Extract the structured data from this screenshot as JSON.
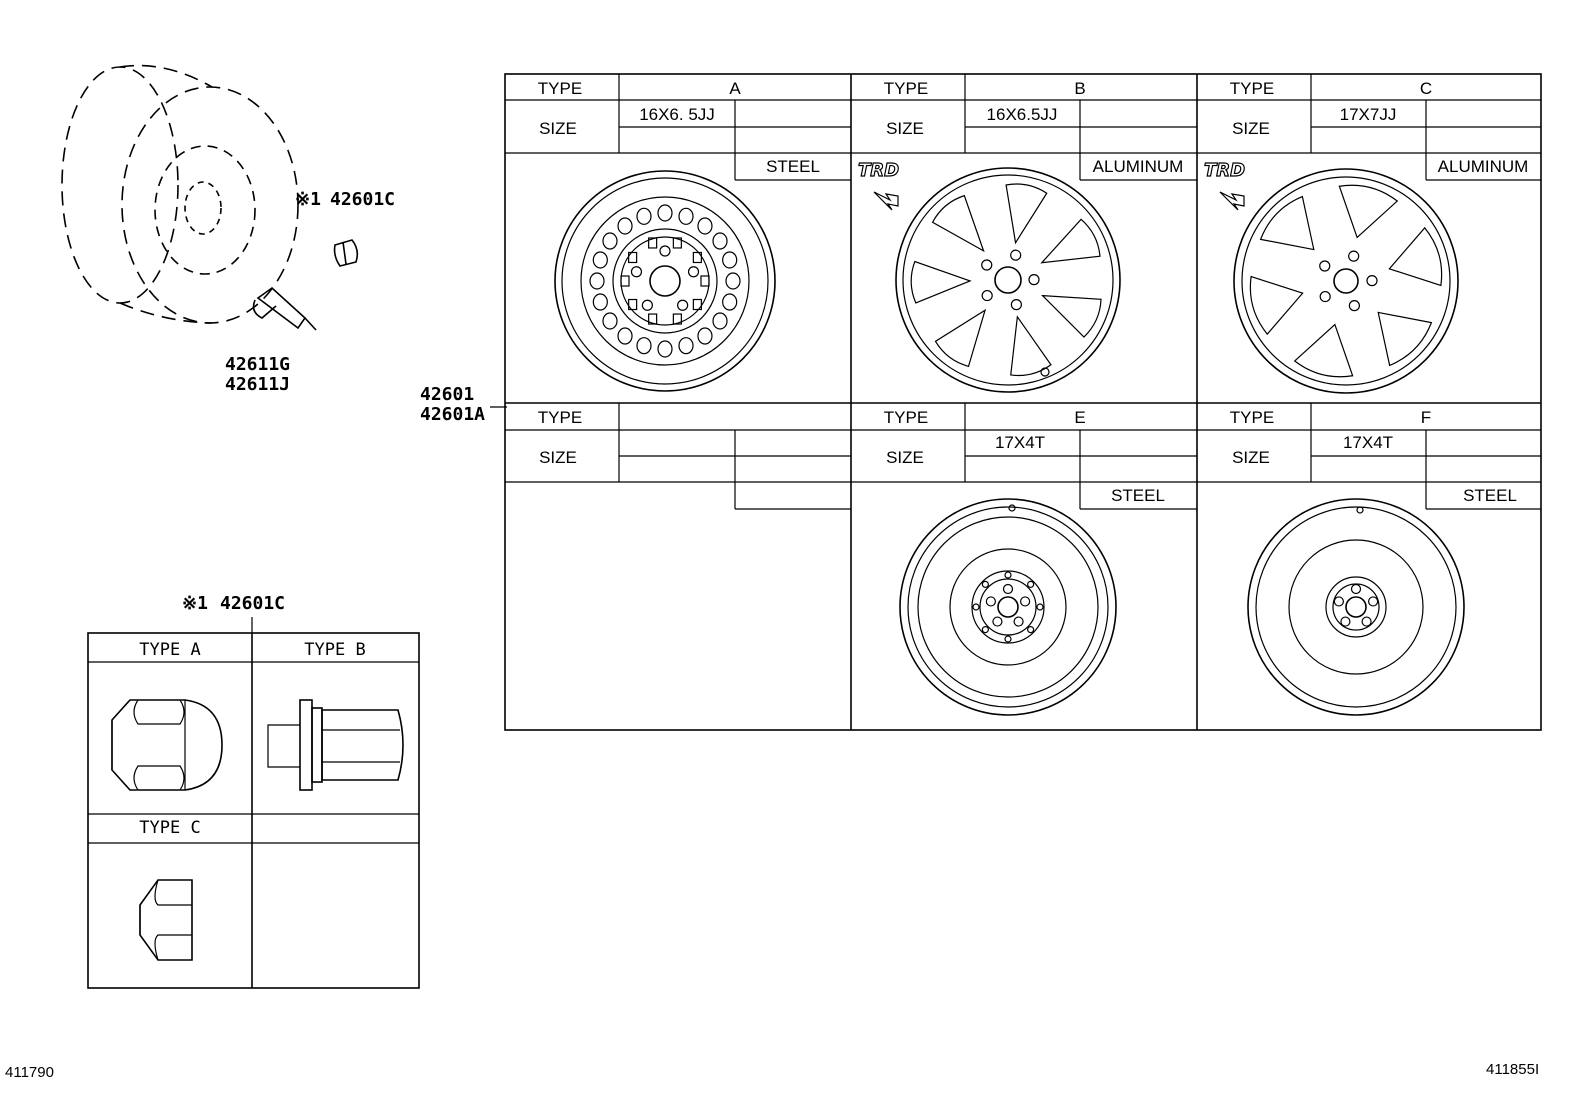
{
  "parts": {
    "valve_caution": "※1",
    "nut_part": "42601C",
    "valve_1": "42611G",
    "valve_2": "42611J",
    "wheel_1": "42601",
    "wheel_2": "42601A"
  },
  "wheel_table": {
    "type_label": "TYPE",
    "size_label": "SIZE",
    "cells": [
      {
        "type": "A",
        "size": "16X6. 5JJ",
        "material": "STEEL",
        "logo": false
      },
      {
        "type": "B",
        "size": "16X6.5JJ",
        "material": "ALUMINUM",
        "logo": true
      },
      {
        "type": "C",
        "size": "17X7JJ",
        "material": "ALUMINUM",
        "logo": true
      },
      {
        "type": "",
        "size": "",
        "material": "",
        "logo": false
      },
      {
        "type": "E",
        "size": "17X4T",
        "material": "STEEL",
        "logo": false
      },
      {
        "type": "F",
        "size": "17X4T",
        "material": "STEEL",
        "logo": false
      }
    ]
  },
  "nut_table": {
    "caution": "※1",
    "part": "42601C",
    "type_a": "TYPE A",
    "type_b": "TYPE B",
    "type_c": "TYPE C"
  },
  "logo_text": "TRD",
  "footer": {
    "left_code": "411790",
    "right_code": "411855I"
  }
}
